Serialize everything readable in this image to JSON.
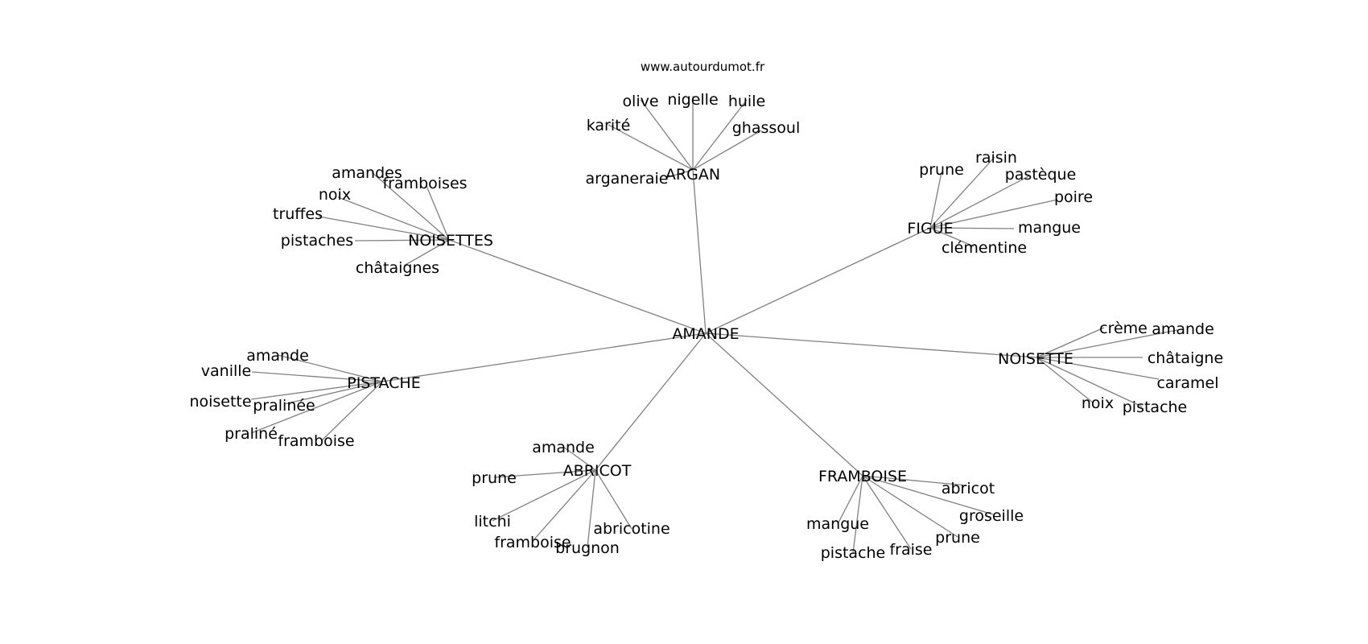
{
  "watermark": "www.autourdumot.fr",
  "center": "AMANDE",
  "clusters": [
    {
      "label": "ARGAN",
      "leaves": [
        "olive",
        "nigelle",
        "huile",
        "karité",
        "ghassoul",
        "arganeraie"
      ]
    },
    {
      "label": "FIGUE",
      "leaves": [
        "raisin",
        "prune",
        "pastèque",
        "poire",
        "mangue",
        "clémentine"
      ]
    },
    {
      "label": "NOISETTES",
      "leaves": [
        "amandes",
        "framboises",
        "noix",
        "truffes",
        "pistaches",
        "châtaignes"
      ]
    },
    {
      "label": "NOISETTE",
      "leaves": [
        "crème",
        "amande",
        "châtaigne",
        "caramel",
        "noix",
        "pistache"
      ]
    },
    {
      "label": "PISTACHE",
      "leaves": [
        "amande",
        "vanille",
        "noisette",
        "pralinée",
        "praliné",
        "framboise"
      ]
    },
    {
      "label": "ABRICOT",
      "leaves": [
        "amande",
        "prune",
        "litchi",
        "framboise",
        "brugnon",
        "abricotine"
      ]
    },
    {
      "label": "FRAMBOISE",
      "leaves": [
        "abricot",
        "groseille",
        "prune",
        "fraise",
        "pistache",
        "mangue"
      ]
    }
  ]
}
